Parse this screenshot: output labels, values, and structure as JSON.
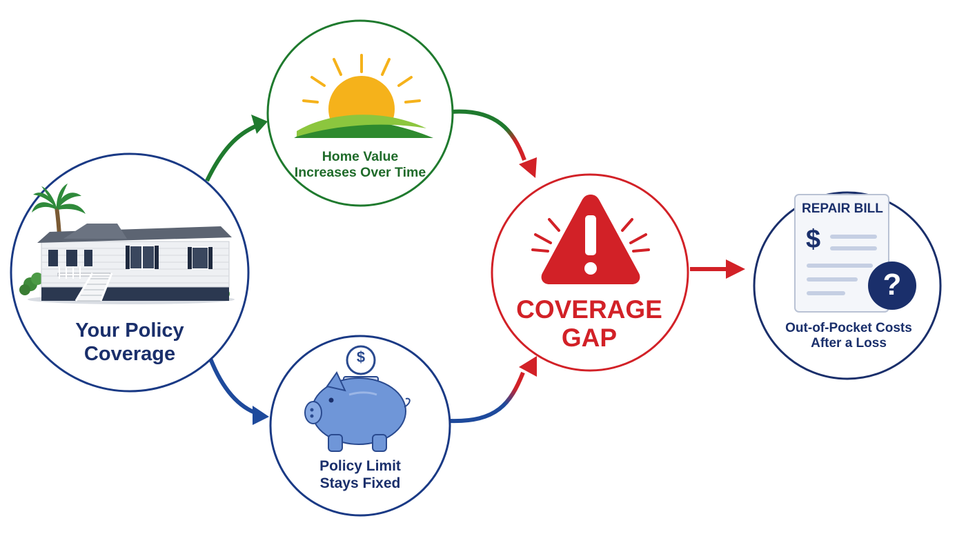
{
  "nodes": {
    "policy": {
      "line1": "Your Policy",
      "line2": "Coverage"
    },
    "home_value": {
      "line1": "Home Value",
      "line2": "Increases Over Time"
    },
    "policy_limit": {
      "line1": "Policy Limit",
      "line2": "Stays Fixed"
    },
    "gap": {
      "line1": "COVERAGE",
      "line2": "GAP"
    },
    "costs": {
      "line1": "Out-of-Pocket Costs",
      "line2": "After a Loss",
      "bill_title": "REPAIR BILL",
      "bill_symbol": "$",
      "unknown_symbol": "?"
    }
  },
  "icons": {
    "policy": "mobile-home-with-palm-tree-icon",
    "home_value": "rising-sun-over-hills-icon",
    "policy_limit": "piggy-bank-with-coin-icon",
    "gap": "warning-triangle-icon",
    "costs": "repair-bill-with-question-icon",
    "coin_symbol": "$"
  },
  "colors": {
    "navy": "#1a2f6b",
    "green": "#1f7a2e",
    "red": "#d22127",
    "sun": "#f5b21b",
    "piggy": "#6f96d8"
  }
}
